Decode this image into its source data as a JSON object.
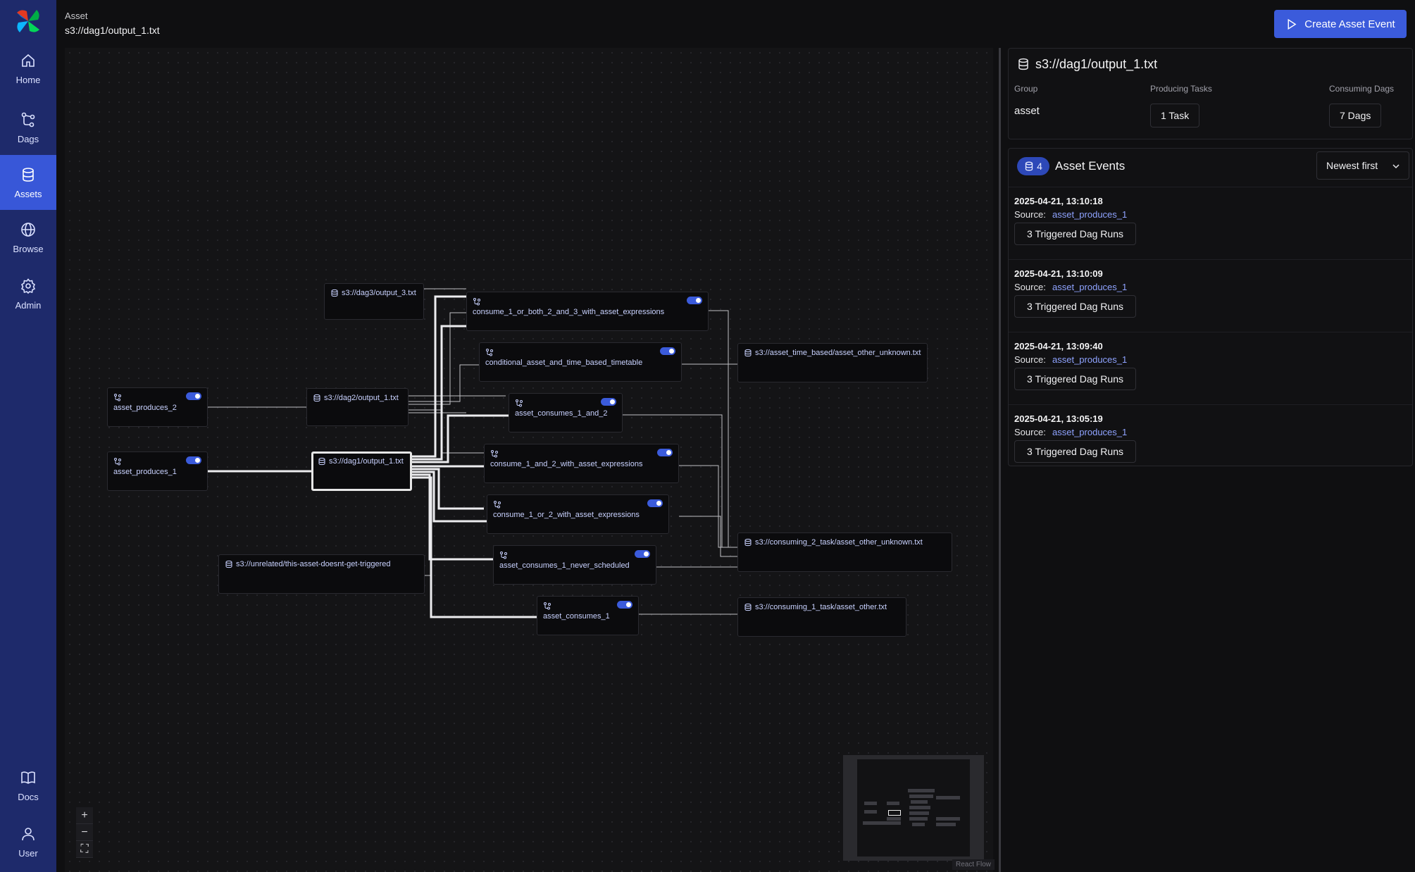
{
  "sidebar": {
    "items": [
      {
        "label": "Home",
        "icon": "home-icon"
      },
      {
        "label": "Dags",
        "icon": "dags-icon"
      },
      {
        "label": "Assets",
        "icon": "assets-icon",
        "active": true
      },
      {
        "label": "Browse",
        "icon": "globe-icon"
      },
      {
        "label": "Admin",
        "icon": "gear-icon"
      }
    ],
    "bottom": [
      {
        "label": "Docs",
        "icon": "book-icon"
      },
      {
        "label": "User",
        "icon": "user-icon"
      }
    ]
  },
  "header": {
    "breadcrumb": "Asset",
    "title": "s3://dag1/output_1.txt",
    "create_button": "Create Asset Event"
  },
  "graph": {
    "nodes": {
      "dag3_output": "s3://dag3/output_3.txt",
      "consume_1_or_both": "consume_1_or_both_2_and_3_with_asset_expressions",
      "conditional": "conditional_asset_and_time_based_timetable",
      "time_based_asset": "s3://asset_time_based/asset_other_unknown.txt",
      "asset_produces_2": "asset_produces_2",
      "dag2_output": "s3://dag2/output_1.txt",
      "asset_consumes_1_and_2": "asset_consumes_1_and_2",
      "asset_produces_1": "asset_produces_1",
      "dag1_output": "s3://dag1/output_1.txt",
      "consume_1_and_2": "consume_1_and_2_with_asset_expressions",
      "consume_1_or_2": "consume_1_or_2_with_asset_expressions",
      "consuming_2_task": "s3://consuming_2_task/asset_other_unknown.txt",
      "unrelated": "s3://unrelated/this-asset-doesnt-get-triggered",
      "never_scheduled": "asset_consumes_1_never_scheduled",
      "asset_consumes_1": "asset_consumes_1",
      "consuming_1_task": "s3://consuming_1_task/asset_other.txt"
    },
    "zoom_in": "+",
    "zoom_out": "−",
    "fit_view": "⛶",
    "attribution": "React Flow"
  },
  "details": {
    "title": "s3://dag1/output_1.txt",
    "group_label": "Group",
    "group_value": "asset",
    "producing_label": "Producing Tasks",
    "producing_value": "1 Task",
    "consuming_label": "Consuming Dags",
    "consuming_value": "7 Dags"
  },
  "events": {
    "count": "4",
    "title": "Asset Events",
    "sort": "Newest first",
    "source_label": "Source:",
    "items": [
      {
        "time": "2025-04-21, 13:10:18",
        "source": "asset_produces_1",
        "runs": "3 Triggered Dag Runs"
      },
      {
        "time": "2025-04-21, 13:10:09",
        "source": "asset_produces_1",
        "runs": "3 Triggered Dag Runs"
      },
      {
        "time": "2025-04-21, 13:09:40",
        "source": "asset_produces_1",
        "runs": "3 Triggered Dag Runs"
      },
      {
        "time": "2025-04-21, 13:05:19",
        "source": "asset_produces_1",
        "runs": "3 Triggered Dag Runs"
      }
    ]
  },
  "colors": {
    "accent": "#3b5bdb",
    "sidebar": "#1e2a6b",
    "link": "#8fa3ff"
  }
}
